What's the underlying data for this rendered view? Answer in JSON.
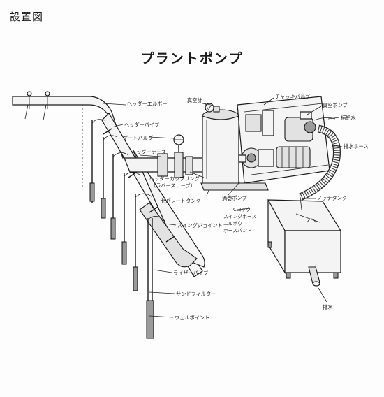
{
  "page": {
    "section_title": "設置図",
    "diagram_title": "プラントポンプ"
  },
  "labels": {
    "header_elbow": "ヘッダーエルボー",
    "header_pipe": "ヘッダーパイプ",
    "gate_valve": "ゲートバルブ",
    "header_tee": "ヘッダーチーズ",
    "header_coupling": "ヘッダーカップリング",
    "rubber_sleeve": "（ラバースリーブ）",
    "swing_joint": "スイングジョイント",
    "riser_pipe": "ライザーパイプ",
    "sand_filter": "サンドフィルター",
    "well_point": "ウェルポイント",
    "vacuum_gauge": "真空計",
    "check_valve": "チャッキバルブ",
    "vacuum_pump": "真空ポンプ",
    "supply_water": "補給水",
    "drain_hose": "排水ホース",
    "separate_tank": "セパレートタンク",
    "volute_pump": "渦巻ポンプ",
    "c_cock": "Cコック",
    "swing_hose": "スイングホース",
    "elbow": "エルボウ",
    "hose_band": "ホースバンド",
    "notch_tank": "ノッチタンク",
    "drainage": "排水"
  }
}
